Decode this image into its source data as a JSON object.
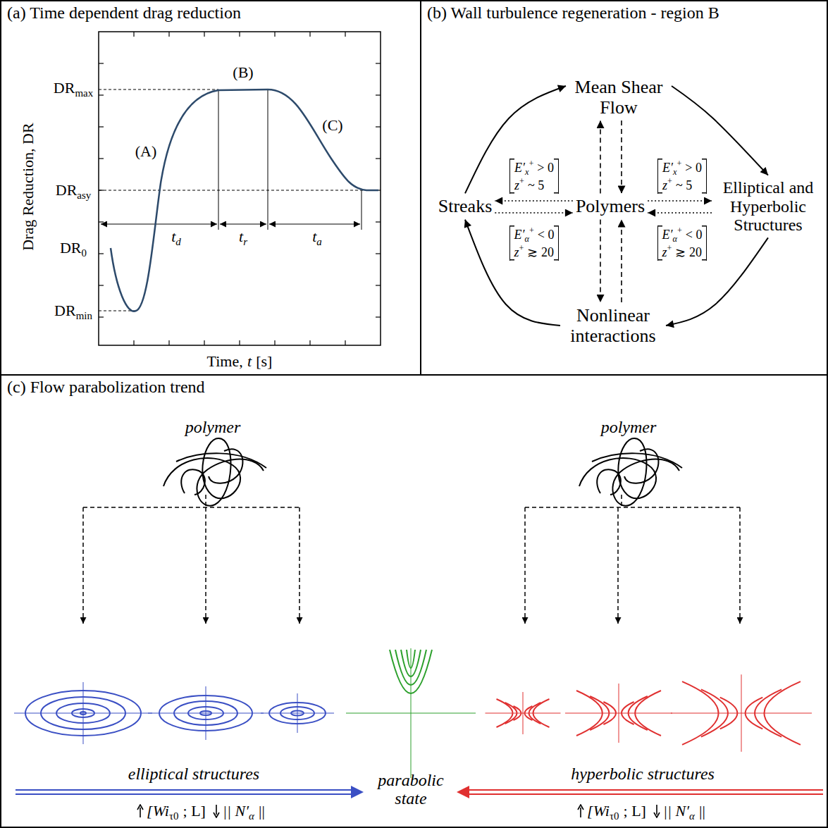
{
  "diagram": {
    "nodes": [
      {
        "text": [
          "(a) Time dependent drag reduction"
        ]
      },
      {
        "text": [
          "(b) Wall turbulence regeneration - region B"
        ]
      },
      {
        "text": [
          "Mean Shear Flow"
        ],
        "in": 1
      },
      {
        "text": [
          "Elliptical and Hyperbolic Structures"
        ],
        "in": 1
      },
      {
        "text": [
          "Nonlinear interactions"
        ],
        "in": 1
      },
      {
        "text": [
          "Streaks"
        ],
        "in": 1
      },
      {
        "text": [
          "Polymers"
        ],
        "in": 1
      },
      {
        "text": [
          "(c) Flow parabolization trend"
        ]
      }
    ],
    "edges": [
      {
        "from": 2,
        "to": 3,
        "arrow": "to"
      },
      {
        "from": 3,
        "to": 4,
        "arrow": "to"
      },
      {
        "from": 4,
        "to": 5,
        "arrow": "to"
      },
      {
        "from": 5,
        "to": 2,
        "arrow": "to"
      },
      {
        "from": 6,
        "to": 2,
        "arrow": "to"
      },
      {
        "from": 2,
        "to": 6,
        "arrow": "to"
      },
      {
        "from": 6,
        "to": 5,
        "arrow": "to"
      },
      {
        "from": 5,
        "to": 6,
        "arrow": "to"
      },
      {
        "from": 6,
        "to": 3,
        "arrow": "to"
      },
      {
        "from": 3,
        "to": 6,
        "arrow": "to"
      },
      {
        "from": 6,
        "to": 4,
        "arrow": "to"
      },
      {
        "from": 4,
        "to": 6,
        "arrow": "to"
      }
    ],
    "labels": [
      "DR",
      "max",
      "DR",
      "asy",
      "DR",
      "0",
      "DR",
      "min",
      "Drag Reduction, DR",
      "Time,",
      "t",
      "[s]",
      "(A)",
      "(B)",
      "(C)",
      "t",
      "d",
      "t",
      "r",
      "t",
      "a",
      "E′",
      "x",
      "+",
      "> 0",
      "z",
      "+",
      "~ 5",
      "E′",
      "x",
      "+",
      "> 0",
      "z",
      "+",
      "~ 5",
      "E′",
      "α",
      "+",
      "< 0",
      "z",
      "+",
      "≳ 20",
      "E′",
      "α",
      "+",
      "< 0",
      "z",
      "+",
      "≳ 20",
      "polymer",
      "polymer",
      "elliptical structures",
      "parabolic state",
      "hyperbolic structures",
      "[Wi",
      "τ0",
      "; L]",
      "|| N′",
      "α",
      "||",
      "[Wi",
      "τ0",
      "; L]",
      "|| N′",
      "α",
      "||"
    ]
  }
}
